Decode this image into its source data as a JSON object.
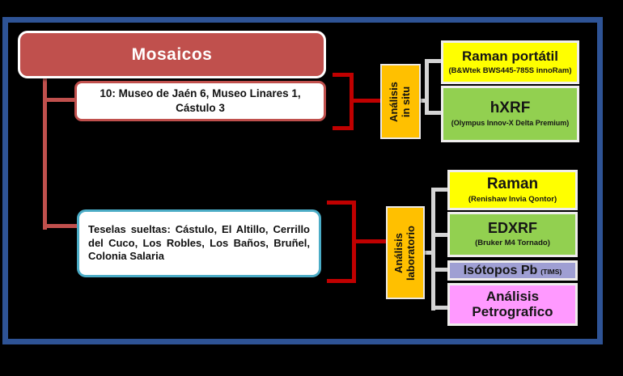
{
  "slide": {
    "background_color": "#000000",
    "border_color": "#2E5395"
  },
  "tree": {
    "root": {
      "label": "Mosaicos",
      "fill": "#C0504D"
    },
    "branches": [
      {
        "label": "10: Museo de Jaén 6, Museo Linares 1, Cástulo 3",
        "border_color": "#C0504D",
        "fill": "#FFFFFF"
      },
      {
        "label": "Teselas sueltas: Cástulo, El Altillo, Cerrillo del Cuco, Los Robles, Los Baños, Bruñel, Colonia Salaria",
        "border_color": "#4BACC6",
        "fill": "#FFFFFF"
      }
    ],
    "categories": [
      {
        "label": "Análisis\nin situ",
        "fill": "#FFC000"
      },
      {
        "label": "Análisis\nlaboratorio",
        "fill": "#FFC000"
      }
    ],
    "insitu_methods": [
      {
        "title": "Raman portátil",
        "subtitle": "(B&Wtek BWS445-785S innoRam)",
        "fill": "#FFFF00"
      },
      {
        "title": "hXRF",
        "subtitle": "(Olympus Innov-X Delta Premium)",
        "fill": "#92D050"
      }
    ],
    "lab_methods": [
      {
        "title": "Raman",
        "subtitle": "(Renishaw Invia Qontor)",
        "fill": "#FFFF00"
      },
      {
        "title": "EDXRF",
        "subtitle": "(Bruker M4 Tornado)",
        "fill": "#92D050"
      },
      {
        "title": "Isótopos Pb",
        "subtitle": "(TIMS)",
        "fill": "#9F9FD3"
      },
      {
        "title": "Análisis\nPetrografico",
        "subtitle": "",
        "fill": "#FF99FF"
      }
    ],
    "connector_colors": {
      "tree_red": "#C0504D",
      "bracket_red": "#C00000",
      "bracket_gray": "#D4D4D4"
    }
  }
}
